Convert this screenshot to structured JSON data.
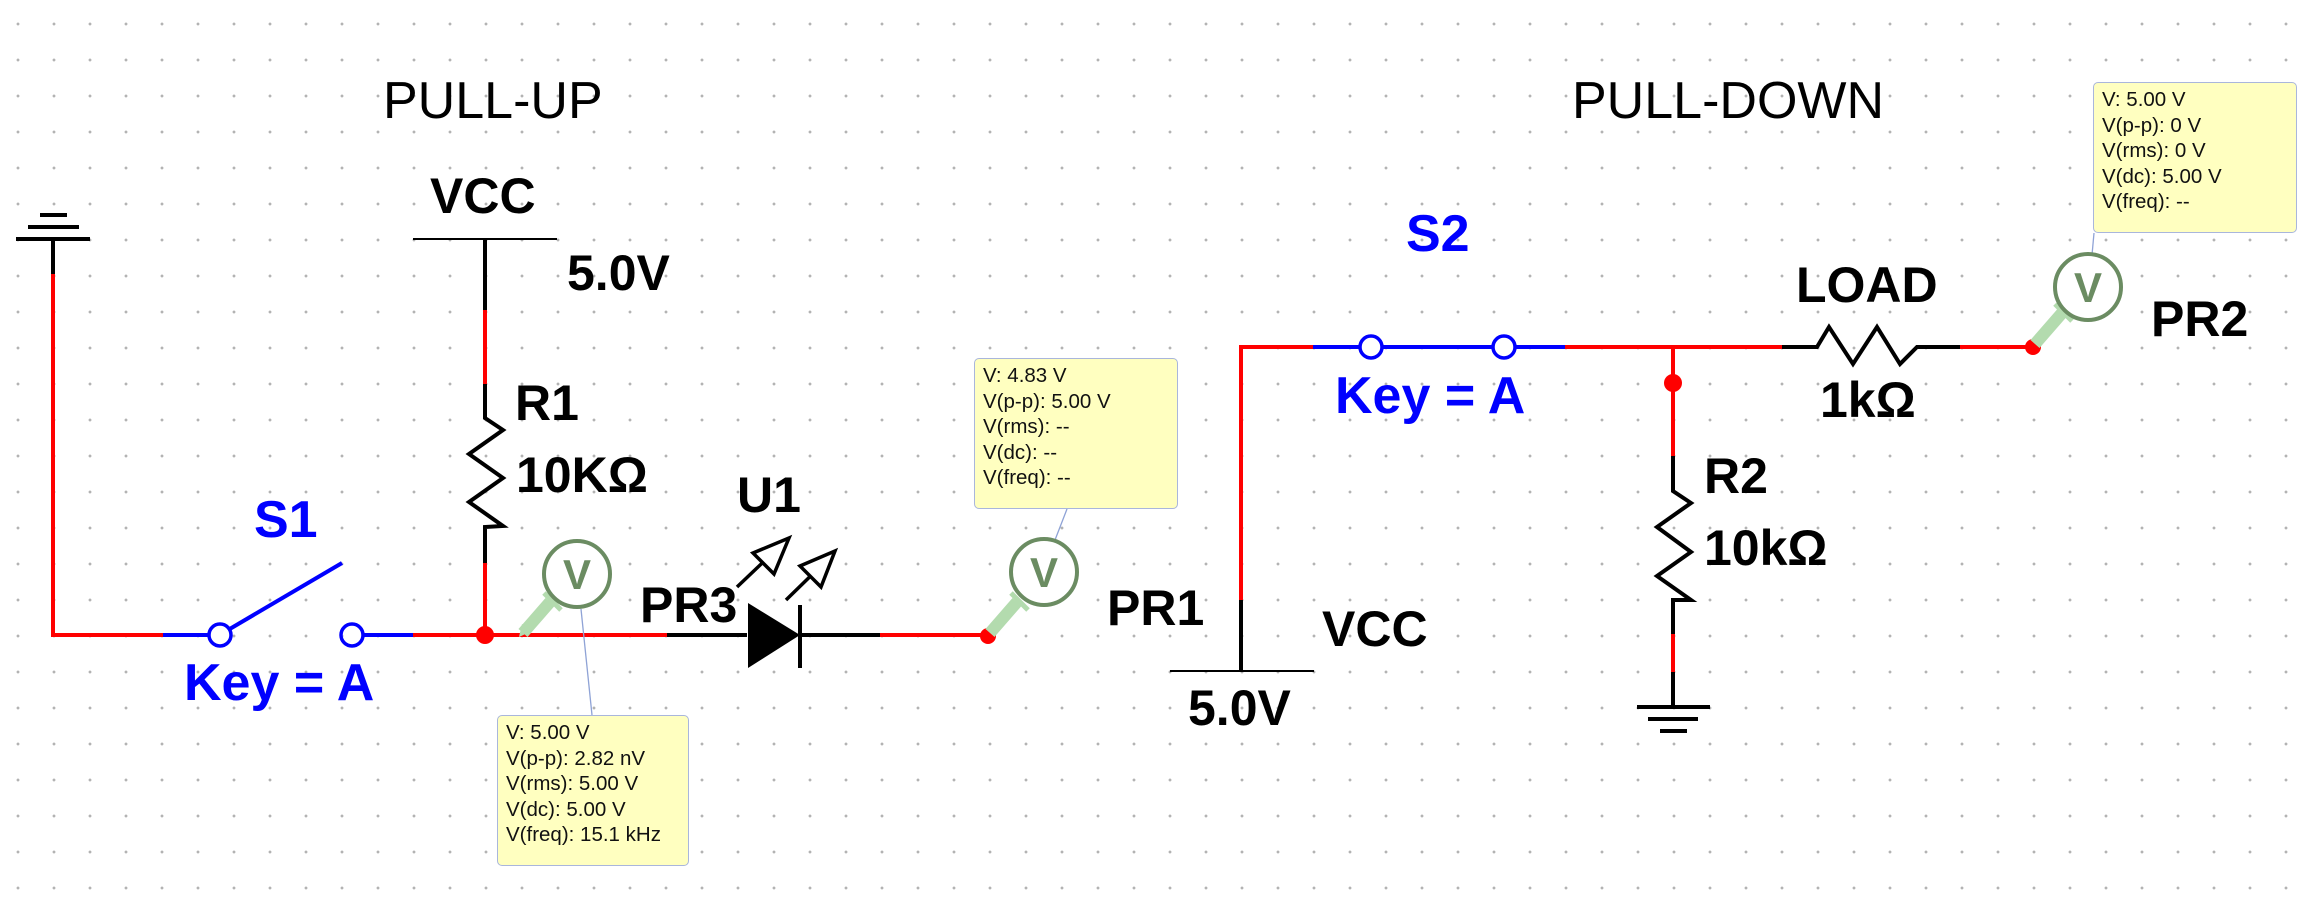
{
  "titles": {
    "pull_up": "PULL-UP",
    "pull_down": "PULL-DOWN"
  },
  "colors": {
    "wire_active": "#ff0000",
    "wire_idle": "#000000",
    "switch": "#0000ff",
    "probe": "#6b8c62",
    "probe_tip": "#b3dbae",
    "tooltip_bg": "#ffffc0",
    "tooltip_border": "#a9b6dc",
    "grid": "#9a9a9a"
  },
  "pull_up": {
    "vcc": {
      "label": "VCC",
      "voltage": "5.0V"
    },
    "r1": {
      "ref": "R1",
      "value": "10KΩ"
    },
    "s1": {
      "ref": "S1",
      "key": "Key = A",
      "state": "open"
    },
    "u1": {
      "ref": "U1"
    },
    "pr3": {
      "ref": "PR3",
      "readings": [
        "V: 5.00 V",
        "V(p-p): 2.82 nV",
        "V(rms): 5.00 V",
        "V(dc): 5.00 V",
        "V(freq): 15.1 kHz"
      ]
    },
    "pr1": {
      "ref": "PR1",
      "readings": [
        "V: 4.83 V",
        "V(p-p): 5.00 V",
        "V(rms): --",
        "V(dc): --",
        "V(freq): --"
      ]
    }
  },
  "pull_down": {
    "vcc": {
      "label": "VCC",
      "voltage": "5.0V"
    },
    "s2": {
      "ref": "S2",
      "key": "Key = A",
      "state": "closed"
    },
    "load": {
      "ref": "LOAD",
      "value": "1kΩ"
    },
    "r2": {
      "ref": "R2",
      "value": "10kΩ"
    },
    "pr2": {
      "ref": "PR2",
      "readings": [
        "V: 5.00 V",
        "V(p-p): 0 V",
        "V(rms): 0 V",
        "V(dc): 5.00 V",
        "V(freq): --"
      ]
    }
  },
  "probe_glyph": "V"
}
